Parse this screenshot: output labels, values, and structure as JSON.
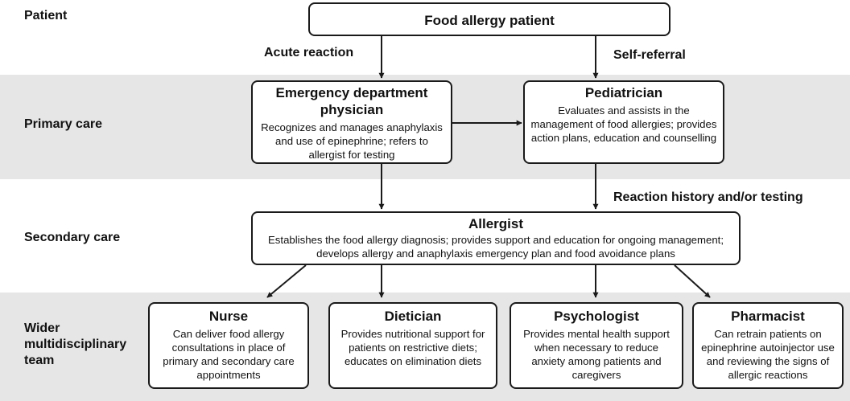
{
  "rows": {
    "patient": "Patient",
    "primary": "Primary care",
    "secondary": "Secondary care",
    "wider": "Wider\nmultidisciplinary\nteam"
  },
  "nodes": {
    "patient": {
      "title": "Food allergy patient"
    },
    "emergency": {
      "title": "Emergency department\nphysician",
      "desc": "Recognizes and manages anaphylaxis and use of epinephrine; refers to allergist for testing"
    },
    "pediatrician": {
      "title": "Pediatrician",
      "desc": "Evaluates and assists in the management of food allergies; provides action plans, education and counselling"
    },
    "allergist": {
      "title": "Allergist",
      "desc": "Establishes the food allergy diagnosis; provides support and education for ongoing management; develops allergy and anaphylaxis emergency plan and food avoidance plans"
    },
    "nurse": {
      "title": "Nurse",
      "desc": "Can deliver food allergy consultations in place of primary and secondary care appointments"
    },
    "dietician": {
      "title": "Dietician",
      "desc": "Provides nutritional support for patients on restrictive diets; educates on elimination diets"
    },
    "psychologist": {
      "title": "Psychologist",
      "desc": "Provides mental health support when necessary to reduce anxiety among patients and caregivers"
    },
    "pharmacist": {
      "title": "Pharmacist",
      "desc": "Can retrain patients on epinephrine autoinjector use and reviewing the signs of allergic reactions"
    }
  },
  "edges": {
    "acute": "Acute reaction",
    "self_referral": "Self-referral",
    "reaction_history": "Reaction history and/or testing"
  },
  "colors": {
    "band": "#e6e6e6",
    "line": "#1a1a1a"
  }
}
